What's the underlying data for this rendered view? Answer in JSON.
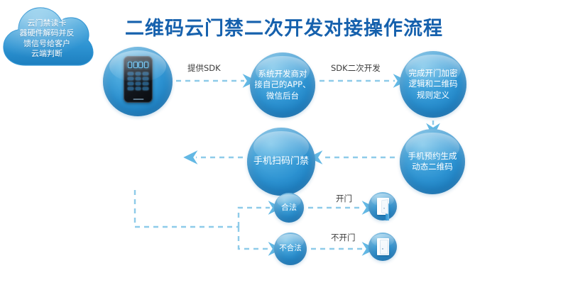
{
  "title": "二维码云门禁二次开发对接操作流程",
  "theme": {
    "title_color": "#1661ad",
    "node_blue": "#2d93d2",
    "connector_blue": "#7fc4e8",
    "label_color": "#3b3b3b",
    "background": "#ffffff"
  },
  "nodes": {
    "device": {
      "label": "",
      "icon": "access-control-keypad-icon",
      "shape": "circle"
    },
    "developer": {
      "label": "系统开发商对\n接自己的APP、\n微信后台",
      "shape": "circle"
    },
    "encryption": {
      "label": "完成开门加密\n逻辑和二维码\n规则定义",
      "shape": "circle"
    },
    "dynamic_qr": {
      "label": "手机预约生成\n动态二维码",
      "shape": "circle"
    },
    "scan": {
      "label": "手机扫码门禁",
      "shape": "circle"
    },
    "cloud": {
      "label": "云门禁读卡\n器硬件解码并反\n馈信号给客户\n云端判断",
      "shape": "cloud"
    },
    "legal": {
      "label": "合法",
      "shape": "circle"
    },
    "illegal": {
      "label": "不合法",
      "shape": "circle"
    },
    "door_open": {
      "label": "",
      "icon": "open-door-icon",
      "shape": "circle"
    },
    "door_closed": {
      "label": "",
      "icon": "closed-door-icon",
      "shape": "circle"
    }
  },
  "edges": {
    "provide_sdk": "提供SDK",
    "sdk_secondary_dev": "SDK二次开发",
    "encryption_to_qr": "",
    "qr_to_scan": "",
    "scan_to_cloud": "",
    "cloud_to_decision": "",
    "open_door": "开门",
    "no_open_door": "不开门"
  }
}
